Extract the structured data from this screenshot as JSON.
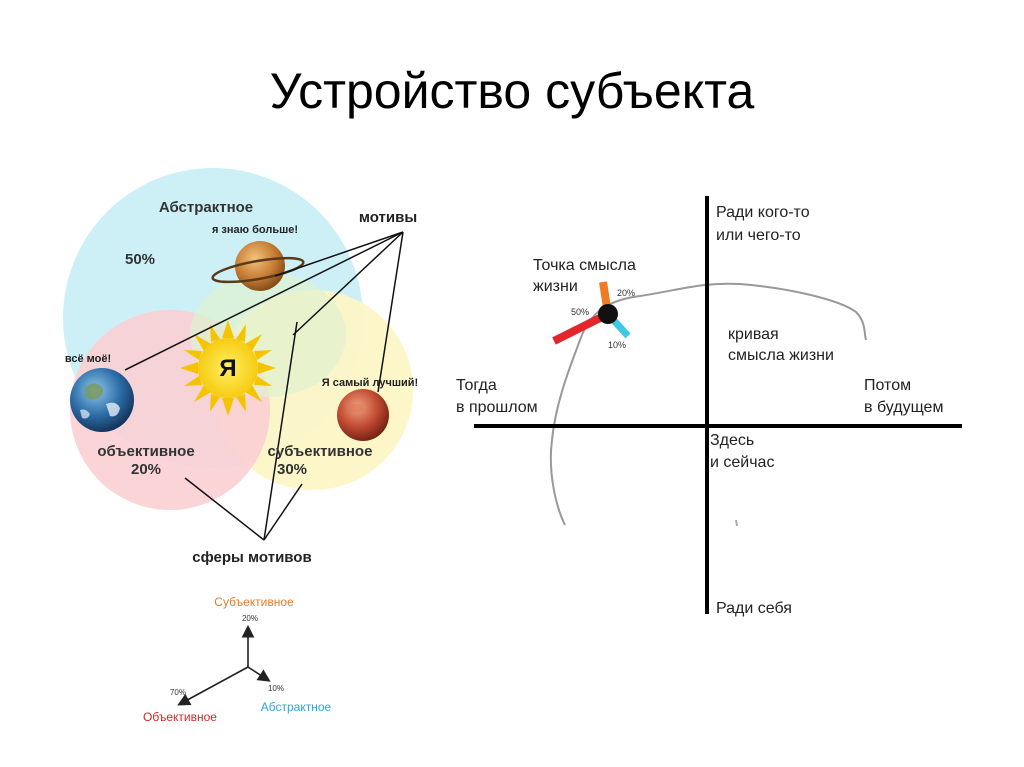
{
  "slide": {
    "title": "Устройство субъекта"
  },
  "spheres_diagram": {
    "abstract_label": "Абстрактное",
    "abstract_percent": "50%",
    "motives_label": "мотивы",
    "planet_saturn_caption": "я знаю больше!",
    "earth_caption": "всё моё!",
    "sun_label": "Я",
    "mars_caption": "Я самый лучший!",
    "objective_label": "объективное",
    "objective_percent": "20%",
    "subjective_label": "субъективное",
    "subjective_percent": "30%",
    "spheres_label": "сферы мотивов",
    "colors": {
      "abstract": "#cdf0f7",
      "objective": "#f9cfd3",
      "subjective": "#fcf6c6",
      "overlap": "#e6eebd"
    }
  },
  "axes_small": {
    "subjective_label": "Субъективное",
    "subjective_value": "20%",
    "objective_label": "Объективное",
    "objective_value": "70%",
    "abstract_label": "Абстрактное",
    "abstract_value": "10%",
    "colors": {
      "subjective": "#e87a2a",
      "objective": "#d0262a",
      "abstract": "#2aa8d8"
    }
  },
  "meaning_diagram": {
    "up_label_1": "Ради кого-то",
    "up_label_2": "или чего-то",
    "down_label": "Ради себя",
    "left_label_1": "Тогда",
    "left_label_2": "в прошлом",
    "right_label_1": "Потом",
    "right_label_2": "в будущем",
    "center_label_1": "Здесь",
    "center_label_2": "и сейчас",
    "point_label_1": "Точка смысла",
    "point_label_2": "жизни",
    "curve_label_1": "кривая",
    "curve_label_2": "смысла жизни",
    "ray_orange_value": "20%",
    "ray_red_value": "50%",
    "ray_cyan_value": "10%",
    "colors": {
      "orange": "#f07b22",
      "red": "#e3262b",
      "cyan": "#3fc7e6"
    }
  }
}
